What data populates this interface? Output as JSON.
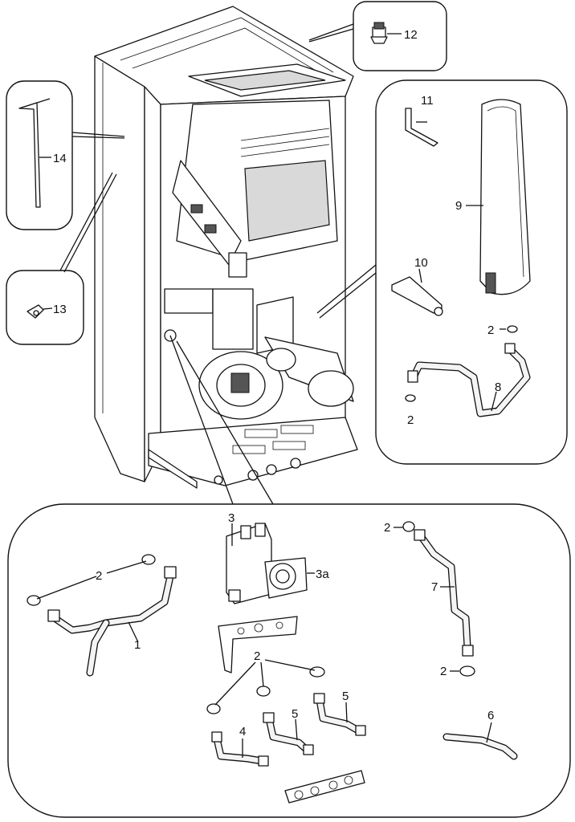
{
  "callouts": {
    "c1": "1",
    "c2": "2",
    "c3": "3",
    "c3a": "3a",
    "c4": "4",
    "c5": "5",
    "c6": "6",
    "c7": "7",
    "c8": "8",
    "c9": "9",
    "c10": "10",
    "c11": "11",
    "c12": "12",
    "c13": "13",
    "c14": "14"
  }
}
